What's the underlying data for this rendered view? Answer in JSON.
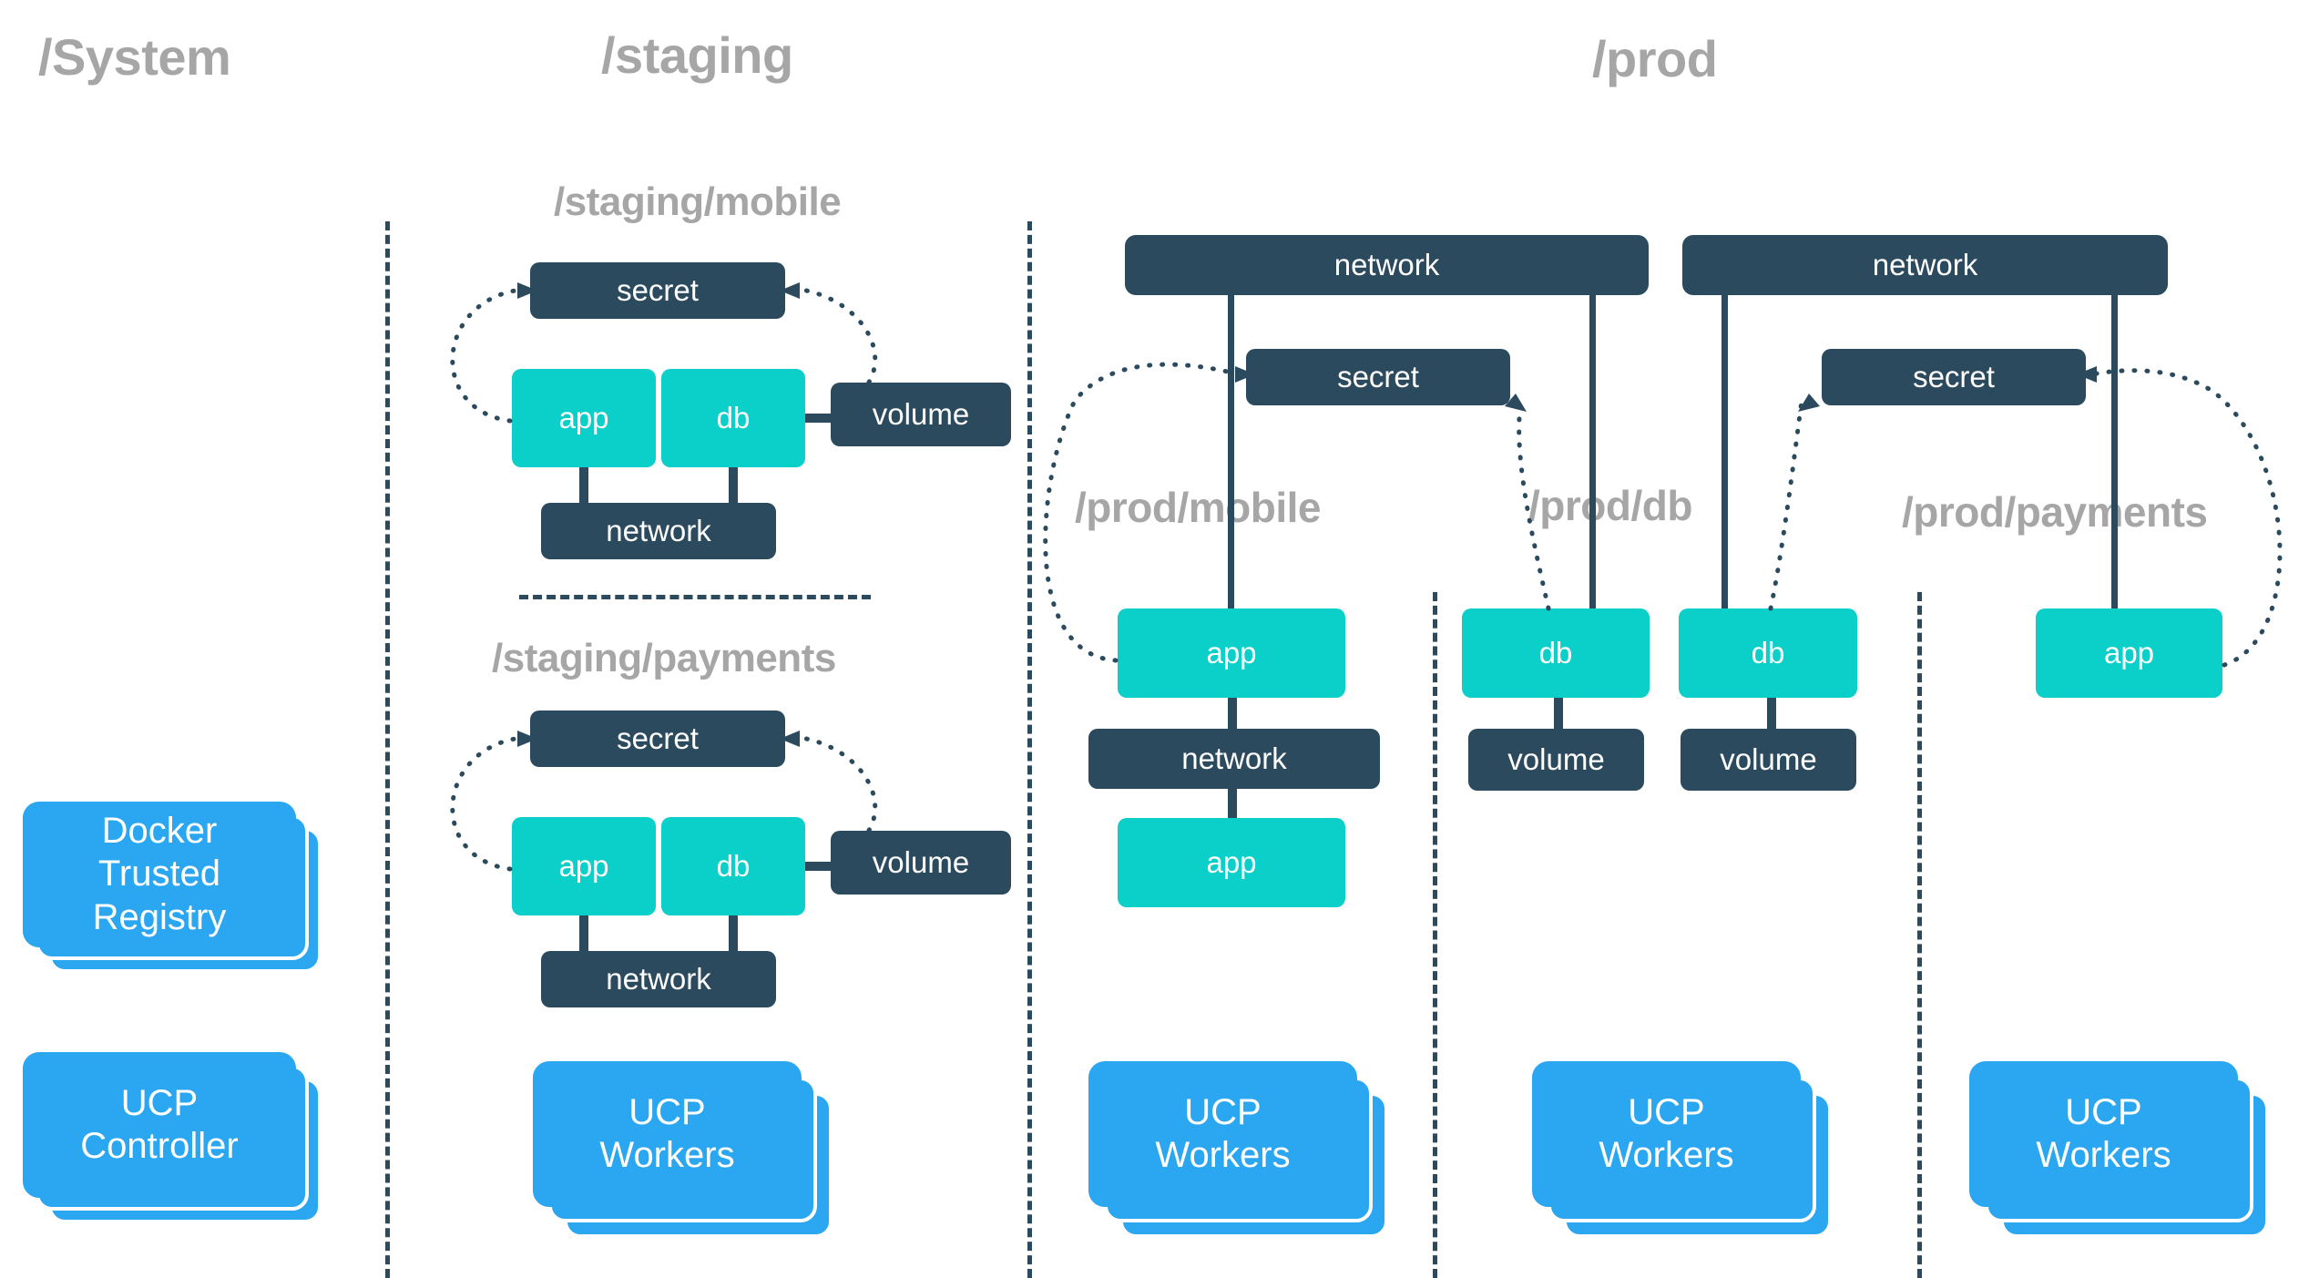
{
  "diagram": {
    "title_system": "/System",
    "title_staging": "/staging",
    "title_prod": "/prod",
    "section_staging_mobile": "/staging/mobile",
    "section_staging_payments": "/staging/payments",
    "section_prod_mobile": "/prod/mobile",
    "section_prod_db": "/prod/db",
    "section_prod_payments": "/prod/payments",
    "colors": {
      "dark_navy": "#2c4a5e",
      "teal": "#0bcfc9",
      "blue": "#2ba6f0",
      "label_gray": "#a6a6a6",
      "background": "#ffffff"
    }
  },
  "system": {
    "nodes": [
      {
        "label": "Docker\nTrusted\nRegistry",
        "line1": "Docker",
        "line2": "Trusted",
        "line3": "Registry"
      },
      {
        "label": "UCP\nController",
        "line1": "UCP",
        "line2": "Controller"
      }
    ],
    "dtr_l1": "Docker",
    "dtr_l2": "Trusted",
    "dtr_l3": "Registry",
    "ucp_l1": "UCP",
    "ucp_l2": "Controller"
  },
  "workers": {
    "l1": "UCP",
    "l2": "Workers"
  },
  "staging_mobile": {
    "secret": "secret",
    "app": "app",
    "db": "db",
    "volume": "volume",
    "network": "network"
  },
  "staging_payments": {
    "secret": "secret",
    "app": "app",
    "db": "db",
    "volume": "volume",
    "network": "network"
  },
  "prod_mobile": {
    "network_top": "network",
    "secret": "secret",
    "app1": "app",
    "network_mid": "network",
    "app2": "app"
  },
  "prod_db": {
    "network_top": "network",
    "secret": "secret",
    "db1": "db",
    "db2": "db",
    "volume1": "volume",
    "volume2": "volume"
  },
  "prod_payments": {
    "app": "app"
  }
}
